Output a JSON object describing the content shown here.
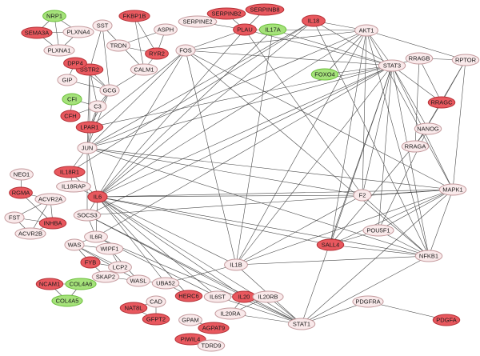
{
  "colors": {
    "up": "#e8585e",
    "up_stroke": "#b53036",
    "down": "#a5e27a",
    "down_stroke": "#6cbf3c",
    "neutral": "#f9e9ea",
    "neutral_stroke": "#c49a9d",
    "edge": "#4a4a4a"
  },
  "network": {
    "nodes": [
      {
        "id": "NRP1",
        "label": "NRP1",
        "status": "down"
      },
      {
        "id": "SEMA3A",
        "label": "SEMA3A",
        "status": "up"
      },
      {
        "id": "PLXNA4",
        "label": "PLXNA4",
        "status": "neutral"
      },
      {
        "id": "PLXNA1",
        "label": "PLXNA1",
        "status": "neutral"
      },
      {
        "id": "SST",
        "label": "SST",
        "status": "neutral"
      },
      {
        "id": "FKBP1B",
        "label": "FKBP1B",
        "status": "up"
      },
      {
        "id": "ASPH",
        "label": "ASPH",
        "status": "neutral"
      },
      {
        "id": "TRDN",
        "label": "TRDN",
        "status": "neutral"
      },
      {
        "id": "RYR2",
        "label": "RYR2",
        "status": "up"
      },
      {
        "id": "SSTR2",
        "label": "SSTR2",
        "status": "up"
      },
      {
        "id": "DPP4",
        "label": "DPP4",
        "status": "up"
      },
      {
        "id": "GIP",
        "label": "GIP",
        "status": "neutral"
      },
      {
        "id": "CALM1",
        "label": "CALM1",
        "status": "neutral"
      },
      {
        "id": "GCG",
        "label": "GCG",
        "status": "neutral"
      },
      {
        "id": "CFI",
        "label": "CFI",
        "status": "down"
      },
      {
        "id": "C3",
        "label": "C3",
        "status": "neutral"
      },
      {
        "id": "CFH",
        "label": "CFH",
        "status": "up"
      },
      {
        "id": "LPAR1",
        "label": "LPAR1",
        "status": "up"
      },
      {
        "id": "SERPINE2",
        "label": "SERPINE2",
        "status": "neutral"
      },
      {
        "id": "SERPINB2",
        "label": "SERPINB2",
        "status": "up"
      },
      {
        "id": "SERPINB8",
        "label": "SERPINB8",
        "status": "up"
      },
      {
        "id": "PLAU",
        "label": "PLAU",
        "status": "up"
      },
      {
        "id": "IL17A",
        "label": "IL17A",
        "status": "down"
      },
      {
        "id": "IL18",
        "label": "IL18",
        "status": "up"
      },
      {
        "id": "FOS",
        "label": "FOS",
        "status": "neutral"
      },
      {
        "id": "AKT1",
        "label": "AKT1",
        "status": "neutral"
      },
      {
        "id": "FOXO4",
        "label": "FOXO4",
        "status": "down"
      },
      {
        "id": "STAT3",
        "label": "STAT3",
        "status": "neutral"
      },
      {
        "id": "RRAGB",
        "label": "RRAGB",
        "status": "neutral"
      },
      {
        "id": "RPTOR",
        "label": "RPTOR",
        "status": "neutral"
      },
      {
        "id": "RRAGC",
        "label": "RRAGC",
        "status": "up"
      },
      {
        "id": "NANOG",
        "label": "NANOG",
        "status": "neutral"
      },
      {
        "id": "RRAGA",
        "label": "RRAGA",
        "status": "neutral"
      },
      {
        "id": "JUN",
        "label": "JUN",
        "status": "neutral"
      },
      {
        "id": "NEO1",
        "label": "NEO1",
        "status": "neutral"
      },
      {
        "id": "IL18R1",
        "label": "IL18R1",
        "status": "up"
      },
      {
        "id": "IL18RAP",
        "label": "IL18RAP",
        "status": "neutral"
      },
      {
        "id": "RGMA",
        "label": "RGMA",
        "status": "up"
      },
      {
        "id": "ACVR2A",
        "label": "ACVR2A",
        "status": "neutral"
      },
      {
        "id": "IL6",
        "label": "IL6",
        "status": "up"
      },
      {
        "id": "F2",
        "label": "F2",
        "status": "neutral"
      },
      {
        "id": "MAPK1",
        "label": "MAPK1",
        "status": "neutral"
      },
      {
        "id": "FST",
        "label": "FST",
        "status": "neutral"
      },
      {
        "id": "INHBA",
        "label": "INHBA",
        "status": "up"
      },
      {
        "id": "ACVR2B",
        "label": "ACVR2B",
        "status": "neutral"
      },
      {
        "id": "SOCS3",
        "label": "SOCS3",
        "status": "neutral"
      },
      {
        "id": "POU5F1",
        "label": "POU5F1",
        "status": "neutral"
      },
      {
        "id": "WAS",
        "label": "WAS",
        "status": "neutral"
      },
      {
        "id": "IL6R",
        "label": "IL6R",
        "status": "neutral"
      },
      {
        "id": "WIPF1",
        "label": "WIPF1",
        "status": "neutral"
      },
      {
        "id": "SALL4",
        "label": "SALL4",
        "status": "up"
      },
      {
        "id": "NFKB1",
        "label": "NFKB1",
        "status": "neutral"
      },
      {
        "id": "FYB",
        "label": "FYB",
        "status": "up"
      },
      {
        "id": "LCP2",
        "label": "LCP2",
        "status": "neutral"
      },
      {
        "id": "IL1B",
        "label": "IL1B",
        "status": "neutral"
      },
      {
        "id": "SKAP2",
        "label": "SKAP2",
        "status": "neutral"
      },
      {
        "id": "WASL",
        "label": "WASL",
        "status": "neutral"
      },
      {
        "id": "UBA52",
        "label": "UBA52",
        "status": "neutral"
      },
      {
        "id": "NCAM1",
        "label": "NCAM1",
        "status": "up"
      },
      {
        "id": "COL4A6",
        "label": "COL4A6",
        "status": "down"
      },
      {
        "id": "COL4A5",
        "label": "COL4A5",
        "status": "down"
      },
      {
        "id": "HERC6",
        "label": "HERC6",
        "status": "up"
      },
      {
        "id": "IL6ST",
        "label": "IL6ST",
        "status": "neutral"
      },
      {
        "id": "IL20",
        "label": "IL20",
        "status": "up"
      },
      {
        "id": "IL20RB",
        "label": "IL20RB",
        "status": "neutral"
      },
      {
        "id": "PDGFRA",
        "label": "PDGFRA",
        "status": "neutral"
      },
      {
        "id": "CAD",
        "label": "CAD",
        "status": "neutral"
      },
      {
        "id": "NAT8L",
        "label": "NAT8L",
        "status": "up"
      },
      {
        "id": "GFPT2",
        "label": "GFPT2",
        "status": "up"
      },
      {
        "id": "IL20RA",
        "label": "IL20RA",
        "status": "neutral"
      },
      {
        "id": "STAT1",
        "label": "STAT1",
        "status": "neutral"
      },
      {
        "id": "PDGFA",
        "label": "PDGFA",
        "status": "up"
      },
      {
        "id": "GPAM",
        "label": "GPAM",
        "status": "neutral"
      },
      {
        "id": "AGPAT9",
        "label": "AGPAT9",
        "status": "up"
      },
      {
        "id": "PIWIL4",
        "label": "PIWIL4",
        "status": "up"
      },
      {
        "id": "TDRD9",
        "label": "TDRD9",
        "status": "neutral"
      }
    ],
    "edges": [
      [
        "NRP1",
        "SEMA3A"
      ],
      [
        "NRP1",
        "PLXNA4"
      ],
      [
        "NRP1",
        "PLXNA1"
      ],
      [
        "SEMA3A",
        "PLXNA4"
      ],
      [
        "SEMA3A",
        "PLXNA1"
      ],
      [
        "PLXNA4",
        "PLXNA1"
      ],
      [
        "SST",
        "SSTR2"
      ],
      [
        "SST",
        "GCG"
      ],
      [
        "SST",
        "CALM1"
      ],
      [
        "FKBP1B",
        "RYR2"
      ],
      [
        "FKBP1B",
        "CALM1"
      ],
      [
        "ASPH",
        "TRDN"
      ],
      [
        "ASPH",
        "RYR2"
      ],
      [
        "TRDN",
        "RYR2"
      ],
      [
        "RYR2",
        "CALM1"
      ],
      [
        "SSTR2",
        "GCG"
      ],
      [
        "SSTR2",
        "C3"
      ],
      [
        "SSTR2",
        "LPAR1"
      ],
      [
        "SSTR2",
        "JUN"
      ],
      [
        "DPP4",
        "GIP"
      ],
      [
        "DPP4",
        "GCG"
      ],
      [
        "GIP",
        "GCG"
      ],
      [
        "CALM1",
        "GCG"
      ],
      [
        "GCG",
        "C3"
      ],
      [
        "GCG",
        "LPAR1"
      ],
      [
        "GCG",
        "JUN"
      ],
      [
        "CFI",
        "C3"
      ],
      [
        "CFH",
        "C3"
      ],
      [
        "CFI",
        "CFH"
      ],
      [
        "C3",
        "LPAR1"
      ],
      [
        "C3",
        "JUN"
      ],
      [
        "LPAR1",
        "JUN"
      ],
      [
        "SERPINE2",
        "PLAU"
      ],
      [
        "SERPINB2",
        "PLAU"
      ],
      [
        "SERPINB8",
        "PLAU"
      ],
      [
        "PLAU",
        "FOS"
      ],
      [
        "PLAU",
        "AKT1"
      ],
      [
        "PLAU",
        "STAT3"
      ],
      [
        "PLAU",
        "IL6"
      ],
      [
        "PLAU",
        "F2"
      ],
      [
        "IL17A",
        "IL6"
      ],
      [
        "IL17A",
        "IL1B"
      ],
      [
        "IL17A",
        "STAT3"
      ],
      [
        "IL18",
        "IL6"
      ],
      [
        "IL18",
        "IL18R1"
      ],
      [
        "IL18",
        "JUN"
      ],
      [
        "IL18",
        "NFKB1"
      ],
      [
        "IL18",
        "STAT3"
      ],
      [
        "IL18",
        "AKT1"
      ],
      [
        "FOS",
        "JUN"
      ],
      [
        "FOS",
        "STAT3"
      ],
      [
        "FOS",
        "AKT1"
      ],
      [
        "FOS",
        "IL6"
      ],
      [
        "FOS",
        "MAPK1"
      ],
      [
        "FOS",
        "NFKB1"
      ],
      [
        "FOS",
        "IL1B"
      ],
      [
        "FOS",
        "LPAR1"
      ],
      [
        "AKT1",
        "STAT3"
      ],
      [
        "AKT1",
        "FOXO4"
      ],
      [
        "AKT1",
        "RPTOR"
      ],
      [
        "AKT1",
        "MAPK1"
      ],
      [
        "AKT1",
        "NFKB1"
      ],
      [
        "AKT1",
        "IL6"
      ],
      [
        "AKT1",
        "JUN"
      ],
      [
        "AKT1",
        "SALL4"
      ],
      [
        "AKT1",
        "IL1B"
      ],
      [
        "AKT1",
        "F2"
      ],
      [
        "STAT3",
        "RRAGB"
      ],
      [
        "STAT3",
        "IL6"
      ],
      [
        "STAT3",
        "JUN"
      ],
      [
        "STAT3",
        "SOCS3"
      ],
      [
        "STAT3",
        "MAPK1"
      ],
      [
        "STAT3",
        "NANOG"
      ],
      [
        "STAT3",
        "POU5F1"
      ],
      [
        "STAT3",
        "IL6R"
      ],
      [
        "STAT3",
        "NFKB1"
      ],
      [
        "STAT3",
        "STAT1"
      ],
      [
        "STAT3",
        "SALL4"
      ],
      [
        "STAT3",
        "IL1B"
      ],
      [
        "STAT3",
        "FOXO4"
      ],
      [
        "STAT3",
        "LPAR1"
      ],
      [
        "STAT3",
        "F2"
      ],
      [
        "RRAGB",
        "RPTOR"
      ],
      [
        "RRAGB",
        "RRAGA"
      ],
      [
        "RRAGB",
        "RRAGC"
      ],
      [
        "RPTOR",
        "RRAGC"
      ],
      [
        "RPTOR",
        "RRAGA"
      ],
      [
        "RPTOR",
        "MAPK1"
      ],
      [
        "RRAGC",
        "RRAGA"
      ],
      [
        "NANOG",
        "POU5F1"
      ],
      [
        "NANOG",
        "SALL4"
      ],
      [
        "RRAGC",
        "STAT3"
      ],
      [
        "JUN",
        "IL6"
      ],
      [
        "JUN",
        "MAPK1"
      ],
      [
        "JUN",
        "NFKB1"
      ],
      [
        "JUN",
        "SOCS3"
      ],
      [
        "JUN",
        "F2"
      ],
      [
        "JUN",
        "IL18R1"
      ],
      [
        "IL18R1",
        "IL18RAP"
      ],
      [
        "IL18R1",
        "IL6"
      ],
      [
        "NEO1",
        "RGMA"
      ],
      [
        "RGMA",
        "ACVR2A"
      ],
      [
        "RGMA",
        "INHBA"
      ],
      [
        "ACVR2A",
        "FST"
      ],
      [
        "ACVR2A",
        "INHBA"
      ],
      [
        "ACVR2A",
        "ACVR2B"
      ],
      [
        "FST",
        "INHBA"
      ],
      [
        "FST",
        "ACVR2B"
      ],
      [
        "INHBA",
        "ACVR2B"
      ],
      [
        "IL6",
        "F2"
      ],
      [
        "IL6",
        "MAPK1"
      ],
      [
        "IL6",
        "NFKB1"
      ],
      [
        "IL6",
        "SOCS3"
      ],
      [
        "IL6",
        "IL6R"
      ],
      [
        "IL6",
        "IL6ST"
      ],
      [
        "IL6",
        "IL1B"
      ],
      [
        "IL6",
        "STAT1"
      ],
      [
        "IL6",
        "SALL4"
      ],
      [
        "IL6",
        "IL20"
      ],
      [
        "IL6",
        "HERC6"
      ],
      [
        "IL6",
        "UBA52"
      ],
      [
        "F2",
        "MAPK1"
      ],
      [
        "F2",
        "NFKB1"
      ],
      [
        "F2",
        "IL1B"
      ],
      [
        "MAPK1",
        "NFKB1"
      ],
      [
        "MAPK1",
        "SALL4"
      ],
      [
        "MAPK1",
        "STAT1"
      ],
      [
        "MAPK1",
        "SOCS3"
      ],
      [
        "MAPK1",
        "POU5F1"
      ],
      [
        "MAPK1",
        "IL1B"
      ],
      [
        "SOCS3",
        "IL6R"
      ],
      [
        "SOCS3",
        "STAT1"
      ],
      [
        "SOCS3",
        "IL20"
      ],
      [
        "POU5F1",
        "SALL4"
      ],
      [
        "POU5F1",
        "NFKB1"
      ],
      [
        "WAS",
        "WIPF1"
      ],
      [
        "WAS",
        "LCP2"
      ],
      [
        "WAS",
        "FYB"
      ],
      [
        "WAS",
        "WASL"
      ],
      [
        "WAS",
        "IL6R"
      ],
      [
        "IL6R",
        "IL6ST"
      ],
      [
        "IL6R",
        "STAT1"
      ],
      [
        "WIPF1",
        "WASL"
      ],
      [
        "WIPF1",
        "LCP2"
      ],
      [
        "FYB",
        "LCP2"
      ],
      [
        "FYB",
        "SKAP2"
      ],
      [
        "LCP2",
        "SKAP2"
      ],
      [
        "SKAP2",
        "WASL"
      ],
      [
        "WASL",
        "UBA52"
      ],
      [
        "UBA52",
        "HERC6"
      ],
      [
        "UBA52",
        "IL1B"
      ],
      [
        "SALL4",
        "NFKB1"
      ],
      [
        "NFKB1",
        "IL1B"
      ],
      [
        "NFKB1",
        "STAT1"
      ],
      [
        "IL1B",
        "STAT1"
      ],
      [
        "NCAM1",
        "COL4A6"
      ],
      [
        "NCAM1",
        "COL4A5"
      ],
      [
        "COL4A6",
        "COL4A5"
      ],
      [
        "IL6ST",
        "IL20"
      ],
      [
        "IL6ST",
        "STAT1"
      ],
      [
        "IL20",
        "IL20RB"
      ],
      [
        "IL20",
        "IL20RA"
      ],
      [
        "IL20",
        "STAT1"
      ],
      [
        "IL20RB",
        "IL20RA"
      ],
      [
        "IL20RB",
        "STAT1"
      ],
      [
        "IL20RA",
        "STAT1"
      ],
      [
        "PDGFRA",
        "PDGFA"
      ],
      [
        "PDGFRA",
        "STAT1"
      ],
      [
        "CAD",
        "GFPT2"
      ],
      [
        "CAD",
        "NAT8L"
      ],
      [
        "GFPT2",
        "NAT8L"
      ],
      [
        "GPAM",
        "AGPAT9"
      ],
      [
        "PIWIL4",
        "TDRD9"
      ],
      [
        "IL18RAP",
        "IL6"
      ]
    ]
  }
}
